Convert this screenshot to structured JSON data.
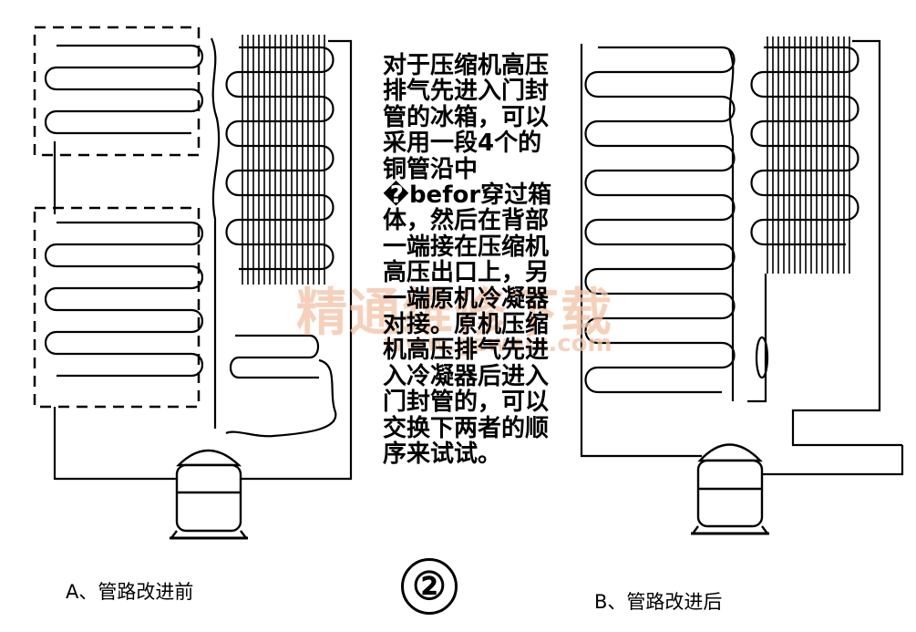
{
  "description": "对于压缩机高压排气先进入门封管的冰箱，可以采用一段4个的铜管沿中�befor穿过箱体，然后在背部一端接在压缩机高压出口上，另一端原机冷凝器对接。原机压缩机高压排气先进入冷凝器后进入门封管的，可以交换下两者的顺序来试试。",
  "caption_a": "A、管路改进前",
  "caption_b": "B、管路改进后",
  "figure_number": "②",
  "watermark": {
    "text": "精通维修下载",
    "url": "www.gzweix.com"
  },
  "colors": {
    "line": "#000000",
    "watermark": "#f2c2a6"
  }
}
